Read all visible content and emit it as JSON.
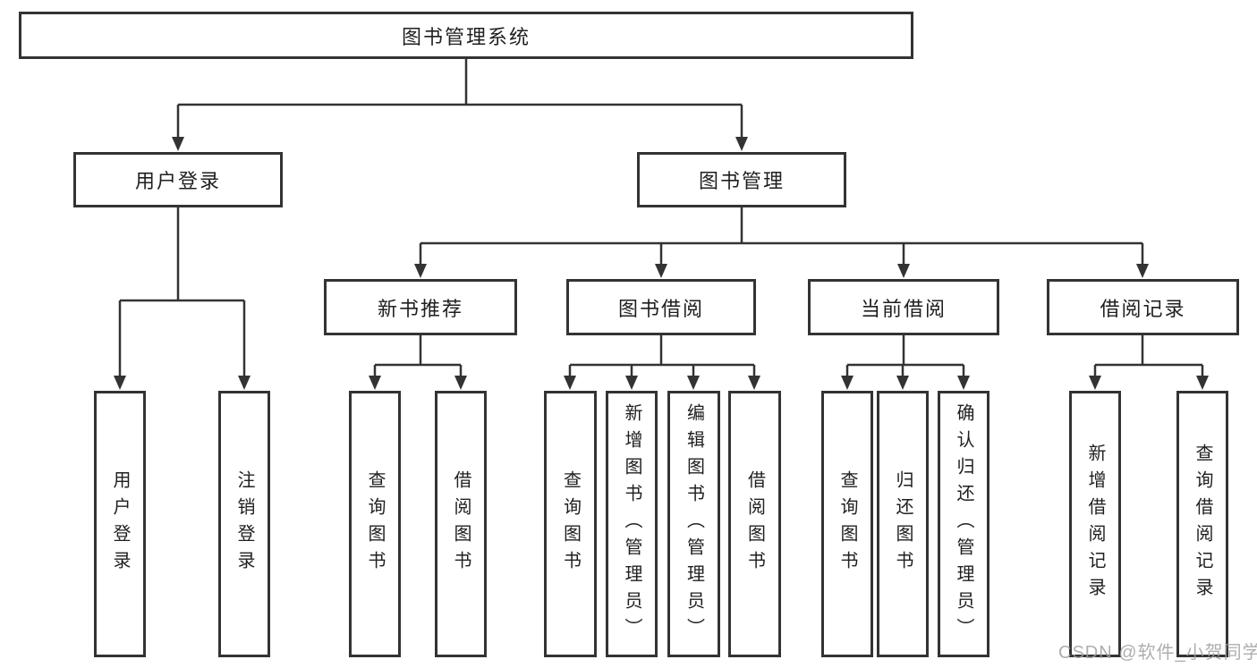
{
  "tree": {
    "label": "图书管理系统",
    "children": [
      {
        "label": "用户登录",
        "children": [
          {
            "label": "用户登录"
          },
          {
            "label": "注销登录"
          }
        ]
      },
      {
        "label": "图书管理",
        "children": [
          {
            "label": "新书推荐",
            "children": [
              {
                "label": "查询图书"
              },
              {
                "label": "借阅图书"
              }
            ]
          },
          {
            "label": "图书借阅",
            "children": [
              {
                "label": "查询图书"
              },
              {
                "label": "新增图书（管理员）"
              },
              {
                "label": "编辑图书（管理员）"
              },
              {
                "label": "借阅图书"
              }
            ]
          },
          {
            "label": "当前借阅",
            "children": [
              {
                "label": "查询图书"
              },
              {
                "label": "归还图书"
              },
              {
                "label": "确认归还（管理员）"
              }
            ]
          },
          {
            "label": "借阅记录",
            "children": [
              {
                "label": "新增借阅记录"
              },
              {
                "label": "查询借阅记录"
              }
            ]
          }
        ]
      }
    ]
  },
  "watermark": {
    "text": "CSDN @软件_小贺同学"
  },
  "colors": {
    "line": "#333333",
    "box_border": "#333333",
    "box_fill": "#ffffff",
    "text": "#1f1f1f",
    "watermark": "#a0a0a0",
    "background": "#ffffff"
  }
}
